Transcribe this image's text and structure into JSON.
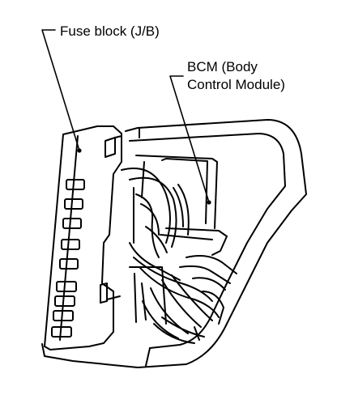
{
  "labels": {
    "fuse_block": "Fuse block (J/B)",
    "bcm_line1": "BCM (Body",
    "bcm_line2": "Control Module)"
  },
  "colors": {
    "line": "#000000",
    "background": "#ffffff"
  }
}
